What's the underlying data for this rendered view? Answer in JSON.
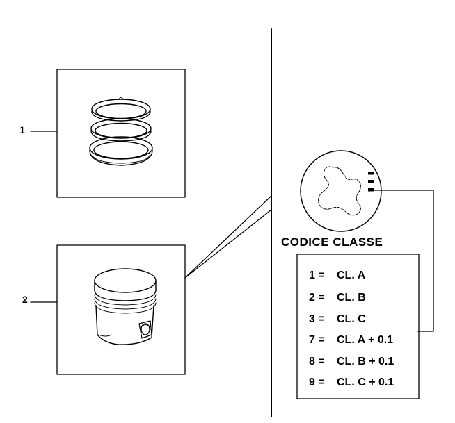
{
  "callouts": {
    "item_1": "1",
    "item_2": "2"
  },
  "class_legend": {
    "title": "CODICE  CLASSE",
    "rows": [
      {
        "code": "1 =",
        "class": "CL. A"
      },
      {
        "code": "2 =",
        "class": "CL. B"
      },
      {
        "code": "3 =",
        "class": "CL. C"
      },
      {
        "code": "7 =",
        "class": "CL. A + 0.1"
      },
      {
        "code": "8 =",
        "class": "CL. B + 0.1"
      },
      {
        "code": "9 =",
        "class": "CL. C + 0.1"
      }
    ]
  },
  "colors": {
    "ink": "#000000",
    "paper": "#ffffff"
  },
  "icons": [
    "piston-ring-set-icon",
    "piston-icon",
    "piston-crown-marking-icon"
  ]
}
